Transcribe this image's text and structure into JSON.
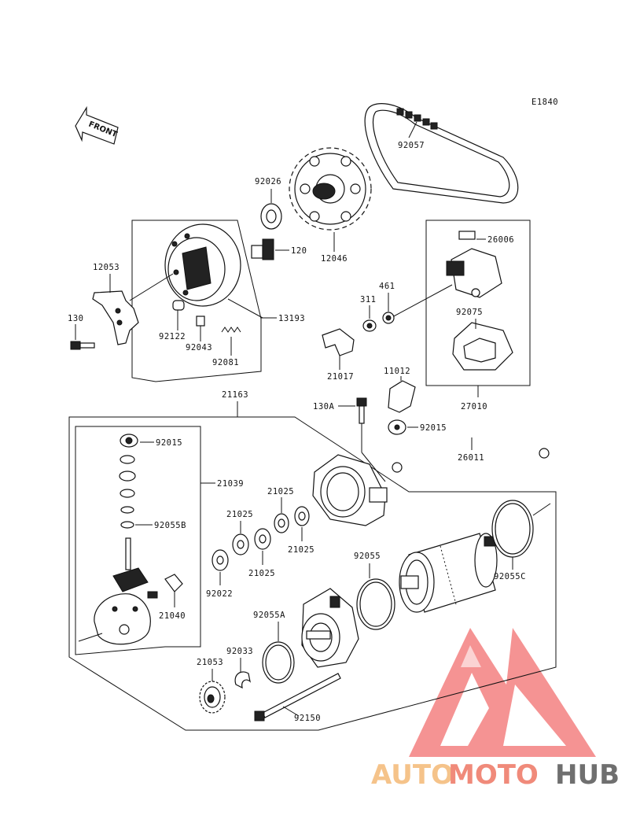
{
  "diagram": {
    "code": "E1840",
    "front_label": "FRONT",
    "part_labels": {
      "p92057": "92057",
      "p92026": "92026",
      "p120": "120",
      "p12046": "12046",
      "p26006": "26006",
      "p12053": "12053",
      "p130": "130",
      "p92122": "92122",
      "p92043": "92043",
      "p92081": "92081",
      "p13193": "13193",
      "p311": "311",
      "p461": "461",
      "p92075": "92075",
      "p21017": "21017",
      "p11012": "11012",
      "p27010": "27010",
      "p21163": "21163",
      "p130A": "130A",
      "p92015a": "92015",
      "p92015b": "92015",
      "p26011": "26011",
      "p21039": "21039",
      "p92055B": "92055B",
      "p21025a": "21025",
      "p21025b": "21025",
      "p21025c": "21025",
      "p21025d": "21025",
      "p92022": "92022",
      "p92055": "92055",
      "p92055C": "92055C",
      "p21040": "21040",
      "p92055A": "92055A",
      "p92033": "92033",
      "p21053": "21053",
      "p92150": "92150"
    }
  },
  "watermark": {
    "part1": "AUTO",
    "part2": "MOTO",
    "part3": "HUB",
    "color_light": "#f5c38a",
    "color_mid": "#f08a7a",
    "color_dark": "#6f6f6f",
    "logo_color": "#ee3b3b"
  }
}
